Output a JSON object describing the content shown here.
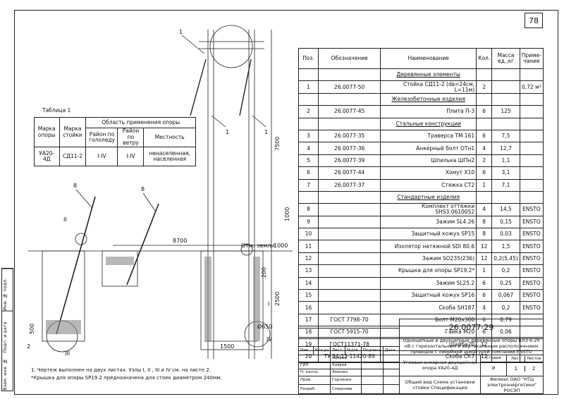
{
  "sheet_number": "78",
  "table1": {
    "caption": "Таблица 1",
    "col1": "Марка опоры",
    "col2": "Марка стойки",
    "col_group": "Область применения опоры",
    "sub1": "Район по гололеду",
    "sub2": "Район по ветру",
    "sub3": "Местность",
    "row": [
      "УА20-4Д",
      "СД11-2",
      "I-IV",
      "I-IV",
      "ненаселенная, населенная"
    ]
  },
  "spec": {
    "headers": [
      "Поз.",
      "Обозначение",
      "Наименование",
      "Кол.",
      "Масса ед.,кг",
      "Приме-чание"
    ],
    "rows": [
      {
        "type": "section",
        "name": "Деревянные элементы"
      },
      {
        "pos": "1",
        "code": "26.0077-50",
        "name": "Стойка СД11-2 (dв=24см, L=11м)",
        "qty": "2",
        "mass": "",
        "note": "0,72 м³"
      },
      {
        "type": "section",
        "name": "Железобетонные изделия"
      },
      {
        "pos": "2",
        "code": "26.0077-45",
        "name": "Плита П-3",
        "qty": "6",
        "mass": "125",
        "note": ""
      },
      {
        "type": "section",
        "name": "Стальные конструкции"
      },
      {
        "pos": "3",
        "code": "26.0077-35",
        "name": "Траверса ТМ 161",
        "qty": "6",
        "mass": "7,5",
        "note": ""
      },
      {
        "pos": "4",
        "code": "26.0077-36",
        "name": "Анкерный болт ОТн1",
        "qty": "4",
        "mass": "12,7",
        "note": ""
      },
      {
        "pos": "5",
        "code": "26.0077-39",
        "name": "Шпилька ШПн2",
        "qty": "2",
        "mass": "1,1",
        "note": ""
      },
      {
        "pos": "6",
        "code": "26.0077-44",
        "name": "Хомут Х10",
        "qty": "6",
        "mass": "3,1",
        "note": ""
      },
      {
        "pos": "7",
        "code": "26.0077-37",
        "name": "Стяжка СТ2",
        "qty": "1",
        "mass": "7,1",
        "note": ""
      },
      {
        "type": "section",
        "name": "Стандартные изделия"
      },
      {
        "pos": "8",
        "code": "",
        "name": "Комплект оттяжки SHS3.0610052",
        "qty": "4",
        "mass": "14,5",
        "note": "ENSTO"
      },
      {
        "pos": "9",
        "code": "",
        "name": "Зажим SL4.26",
        "qty": "8",
        "mass": "0,15",
        "note": "ENSTO"
      },
      {
        "pos": "10",
        "code": "",
        "name": "Защитный кожух SP15",
        "qty": "8",
        "mass": "0,03",
        "note": "ENSTO"
      },
      {
        "pos": "11",
        "code": "",
        "name": "Изолятор натяжной SDI 80.6",
        "qty": "12",
        "mass": "1,5",
        "note": "ENSTO"
      },
      {
        "pos": "12",
        "code": "",
        "name": "Зажим SO235(236)",
        "qty": "12",
        "mass": "0,2(5,45)",
        "note": "ENSTO"
      },
      {
        "pos": "13",
        "code": "",
        "name": "Крышка для опоры SP19.2*",
        "qty": "1",
        "mass": "0,2",
        "note": "ENSTO"
      },
      {
        "pos": "14",
        "code": "",
        "name": "Зажим SL25.2",
        "qty": "6",
        "mass": "0,25",
        "note": "ENSTO"
      },
      {
        "pos": "15",
        "code": "",
        "name": "Защитный кожух SP16",
        "qty": "6",
        "mass": "0,067",
        "note": "ENSTO"
      },
      {
        "pos": "16",
        "code": "",
        "name": "Скоба SH187",
        "qty": "4",
        "mass": "0,2",
        "note": "ENSTO"
      },
      {
        "pos": "17",
        "code": "ГОСТ 7798-70",
        "name": "Болт М20х300",
        "qty": "6",
        "mass": "0,79",
        "note": ""
      },
      {
        "pos": "18",
        "code": "ГОСТ 5915-70",
        "name": "Гайка М20",
        "qty": "6",
        "mass": "0,06",
        "note": ""
      },
      {
        "pos": "19",
        "code": "ГОСТ11371-78",
        "name": "Шайба20",
        "qty": "12",
        "mass": "",
        "note": ""
      },
      {
        "pos": "20",
        "code": "ТУ 34-13-11420-89",
        "name": "Скоба СК7",
        "qty": "12",
        "mass": "",
        "note": ""
      }
    ]
  },
  "title_block": {
    "doc_code": "26.0077-29",
    "description": "Одноцепные и двухцепные деревянные опоры ВЛЗ 6-20 кВ с горизонтальным и вертикальным расположением проводов с линейной арматурой компании ENSTO",
    "object": "Угловая анкерная двухцепная опора УА20-4Д",
    "sheet_title": "Общий вид Схема установки стойки Спецификация",
    "stage_label": "Стадия",
    "sheet_label": "Лист",
    "sheets_label": "Листов",
    "stage": "Р",
    "sheet": "1",
    "sheets": "2",
    "org": "Филиал ОАО \"НТЦ электроэнергетики\" РОСЭП",
    "col_headers": [
      "Изм",
      "Кол.уч",
      "Лист",
      "№док",
      "Подпись",
      "Дата"
    ],
    "roles": [
      {
        "role": "",
        "name": "Удяров"
      },
      {
        "role": "ГИП",
        "name": "Удяров"
      },
      {
        "role": "Н. контр.",
        "name": "Амелин"
      },
      {
        "role": "Пров.",
        "name": "Горлинко"
      },
      {
        "role": "Разраб.",
        "name": "Смирнова"
      }
    ]
  },
  "notes": [
    "1. Чертеж выполнен на двух листах. Узлы I, II , III и IV см. на листе 2.",
    "*Крышка для опоры SP19.2 предназначена для стоек диаметром 240мм."
  ],
  "drawing": {
    "callouts": [
      "1",
      "1",
      "1",
      "8",
      "8",
      "II",
      "2",
      "III",
      "IV",
      "I"
    ],
    "dims": [
      "7500",
      "8700",
      "2500",
      "1000",
      "1500",
      "Ø650",
      "500",
      "200"
    ],
    "ground_label": "Отм. земли",
    "ground_value": "1000"
  },
  "side_stamp": [
    "Инв. № подл.",
    "Подп. и дата",
    "Взам. инв. №"
  ]
}
